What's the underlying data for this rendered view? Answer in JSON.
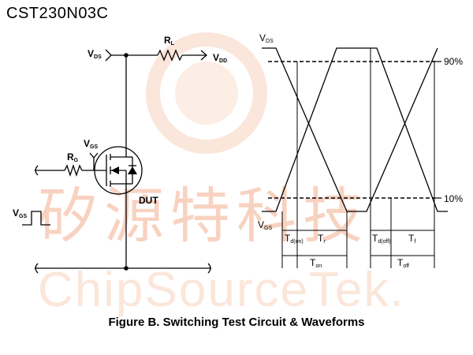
{
  "header": {
    "part_number": "CST230N03C"
  },
  "watermark": {
    "cn": "矽源特科技",
    "en": "ChipSourceTek."
  },
  "circuit": {
    "vds": {
      "main": "V",
      "sub": "DS"
    },
    "rl": {
      "main": "R",
      "sub": "L"
    },
    "vdd": {
      "main": "V",
      "sub": "DD"
    },
    "vgs_gate": {
      "main": "V",
      "sub": "GS"
    },
    "rg": {
      "main": "R",
      "sub": "G"
    },
    "vgs_input": {
      "main": "V",
      "sub": "GS"
    },
    "dut": "DUT"
  },
  "waveforms": {
    "vds": {
      "main": "V",
      "sub": "DS"
    },
    "vgs": {
      "main": "V",
      "sub": "GS"
    },
    "level_90": "90%",
    "level_10": "10%",
    "td_on": {
      "main": "T",
      "sub": "d(on)"
    },
    "tr": {
      "main": "T",
      "sub": "r"
    },
    "td_off": {
      "main": "T",
      "sub": "d(off)"
    },
    "tf": {
      "main": "T",
      "sub": "f"
    },
    "ton": {
      "main": "T",
      "sub": "on"
    },
    "toff": {
      "main": "T",
      "sub": "off"
    }
  },
  "caption": "Figure B. Switching Test Circuit & Waveforms"
}
